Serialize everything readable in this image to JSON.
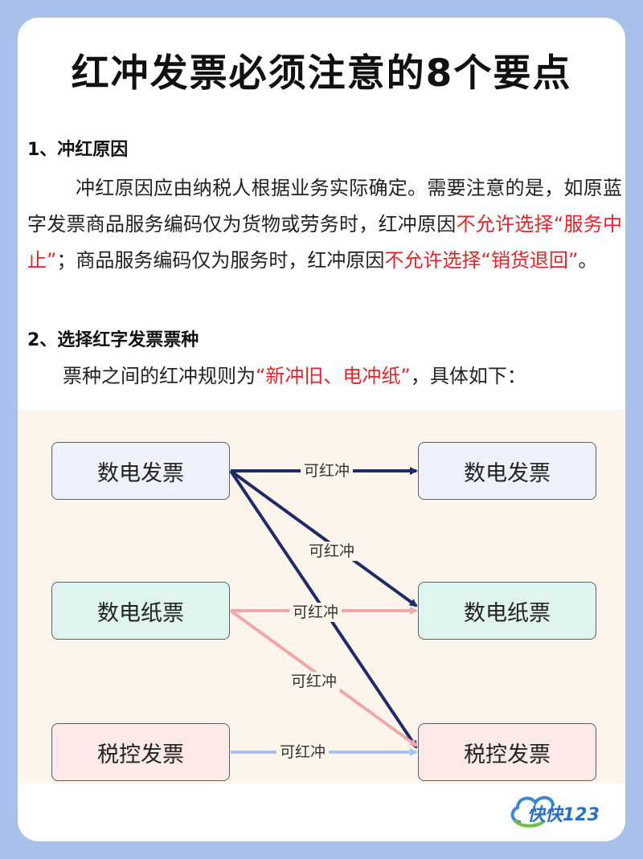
{
  "title": "红冲发票必须注意的8个要点",
  "section1": {
    "heading": "1、冲红原因",
    "p1": "冲红原因应由纳税人根据业务实际确定。需要注意的是，如原蓝字发票商品服务编码仅为货物或劳务时，红冲原因",
    "red1": "不允许选择“服务中止”",
    "p2": "；商品服务编码仅为服务时，红冲原因",
    "red2": "不允许选择“销货退回”",
    "p3": "。"
  },
  "section2": {
    "heading": "2、选择红字发票票种",
    "intro_a": "票种之间的红冲规则为",
    "intro_red": "“新冲旧、电冲纸”",
    "intro_b": "，具体如下："
  },
  "diagram": {
    "left": [
      "数电发票",
      "数电纸票",
      "税控发票"
    ],
    "right": [
      "数电发票",
      "数电纸票",
      "税控发票"
    ],
    "edge_label": "可红冲",
    "colors": {
      "navy": "#1f2a6b",
      "pink": "#f0a8a8",
      "lightblue": "#a9c3f0"
    }
  },
  "logo": {
    "text": "快快123",
    "icon": "cloud-logo-icon"
  }
}
